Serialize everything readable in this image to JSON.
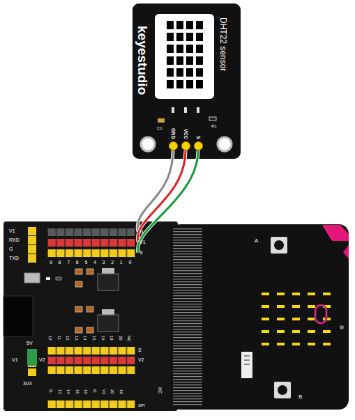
{
  "diagram": {
    "nodes": [
      {
        "text": [
          "keyestudio",
          "DHT22 sensor"
        ]
      },
      {
        "text": [
          "GND"
        ],
        "in": 0
      },
      {
        "text": [
          "VCC"
        ],
        "in": 0
      },
      {
        "text": [
          "S"
        ],
        "in": 0
      },
      {
        "text": [
          "G"
        ]
      },
      {
        "text": [
          "V1"
        ]
      },
      {
        "text": [
          "S"
        ]
      }
    ],
    "edges": [
      {
        "from": 1,
        "to": 4,
        "arrow": "none"
      },
      {
        "from": 2,
        "to": 5,
        "arrow": "none"
      },
      {
        "from": 3,
        "to": 6,
        "arrow": "none"
      }
    ],
    "labels": [
      "C1",
      "R1",
      "V1",
      "RXD",
      "G",
      "TXD",
      "9",
      "8",
      "7",
      "6",
      "5",
      "4",
      "3",
      "2",
      "1",
      "0",
      "10",
      "11",
      "12",
      "13",
      "14",
      "15",
      "16",
      "19",
      "20",
      "NC",
      "S",
      "V2",
      "5V",
      "V1",
      "V2",
      "3V3",
      "G",
      "13",
      "14",
      "15",
      "16",
      "G",
      "V2",
      "20",
      "19",
      "SPI",
      "IIC",
      "A",
      "B"
    ]
  }
}
